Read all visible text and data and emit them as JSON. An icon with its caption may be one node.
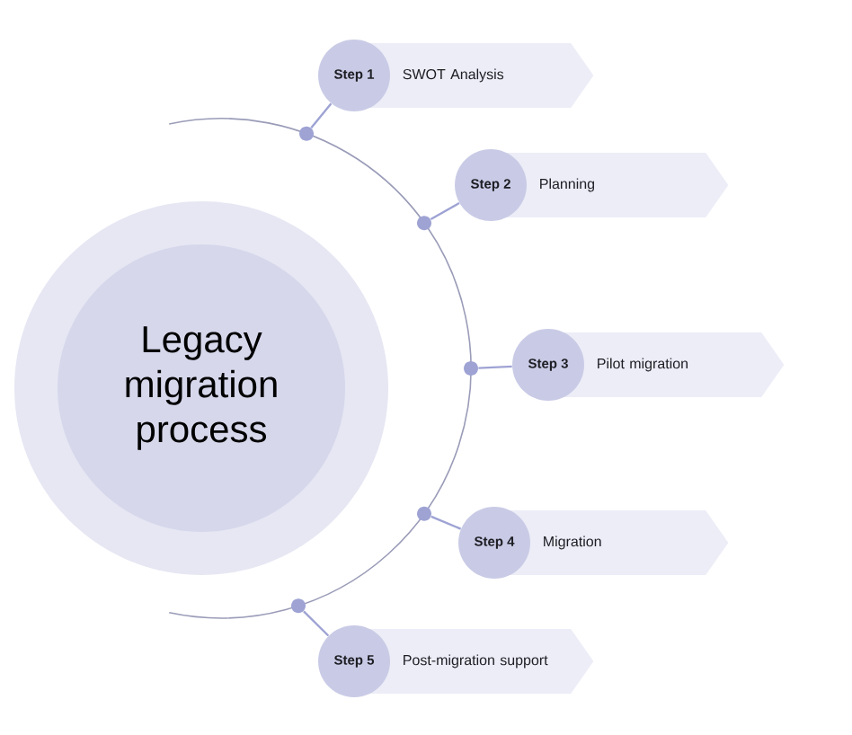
{
  "diagram": {
    "nodes": [
      {
        "text": [
          "Legacy migration process"
        ]
      },
      {
        "text": [
          "Step 1"
        ]
      },
      {
        "text": [
          "SWOT Analysis"
        ]
      },
      {
        "text": [
          "Step 2"
        ]
      },
      {
        "text": [
          "Planning"
        ]
      },
      {
        "text": [
          "Step 3"
        ]
      },
      {
        "text": [
          "Pilot migration"
        ]
      },
      {
        "text": [
          "Step 4"
        ]
      },
      {
        "text": [
          "Migration"
        ]
      },
      {
        "text": [
          "Step 5"
        ]
      },
      {
        "text": [
          "Post-migration support"
        ]
      },
      {
        "text": [],
        "shape": "circle"
      },
      {
        "text": [],
        "shape": "circle"
      },
      {
        "text": [],
        "shape": "circle"
      },
      {
        "text": [],
        "shape": "circle"
      },
      {
        "text": [],
        "shape": "circle"
      }
    ],
    "edges": [
      {
        "from": 11,
        "to": 1,
        "arrow": "none"
      },
      {
        "from": 12,
        "to": 3,
        "arrow": "none"
      },
      {
        "from": 13,
        "to": 5,
        "arrow": "none"
      },
      {
        "from": 14,
        "to": 7,
        "arrow": "none"
      },
      {
        "from": 15,
        "to": 9,
        "arrow": "none"
      }
    ]
  }
}
